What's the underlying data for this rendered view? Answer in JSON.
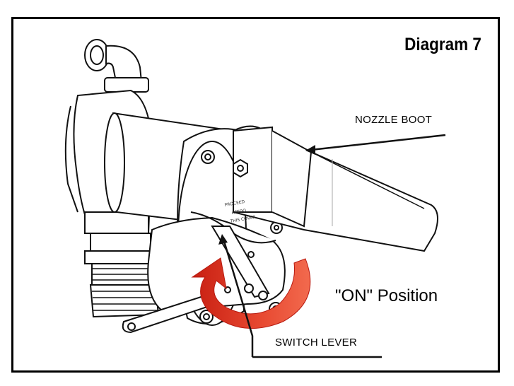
{
  "diagram": {
    "title": "Diagram 7",
    "labels": {
      "nozzle_boot": "NOZZLE BOOT",
      "on_position": "\"ON\" Position",
      "switch_lever": "SWITCH LEVER"
    },
    "cover_text": [
      "PROCEED",
      "AFTOO",
      "THIS COVER"
    ],
    "colors": {
      "arrow": "#e03a2a",
      "line": "#111111"
    }
  }
}
